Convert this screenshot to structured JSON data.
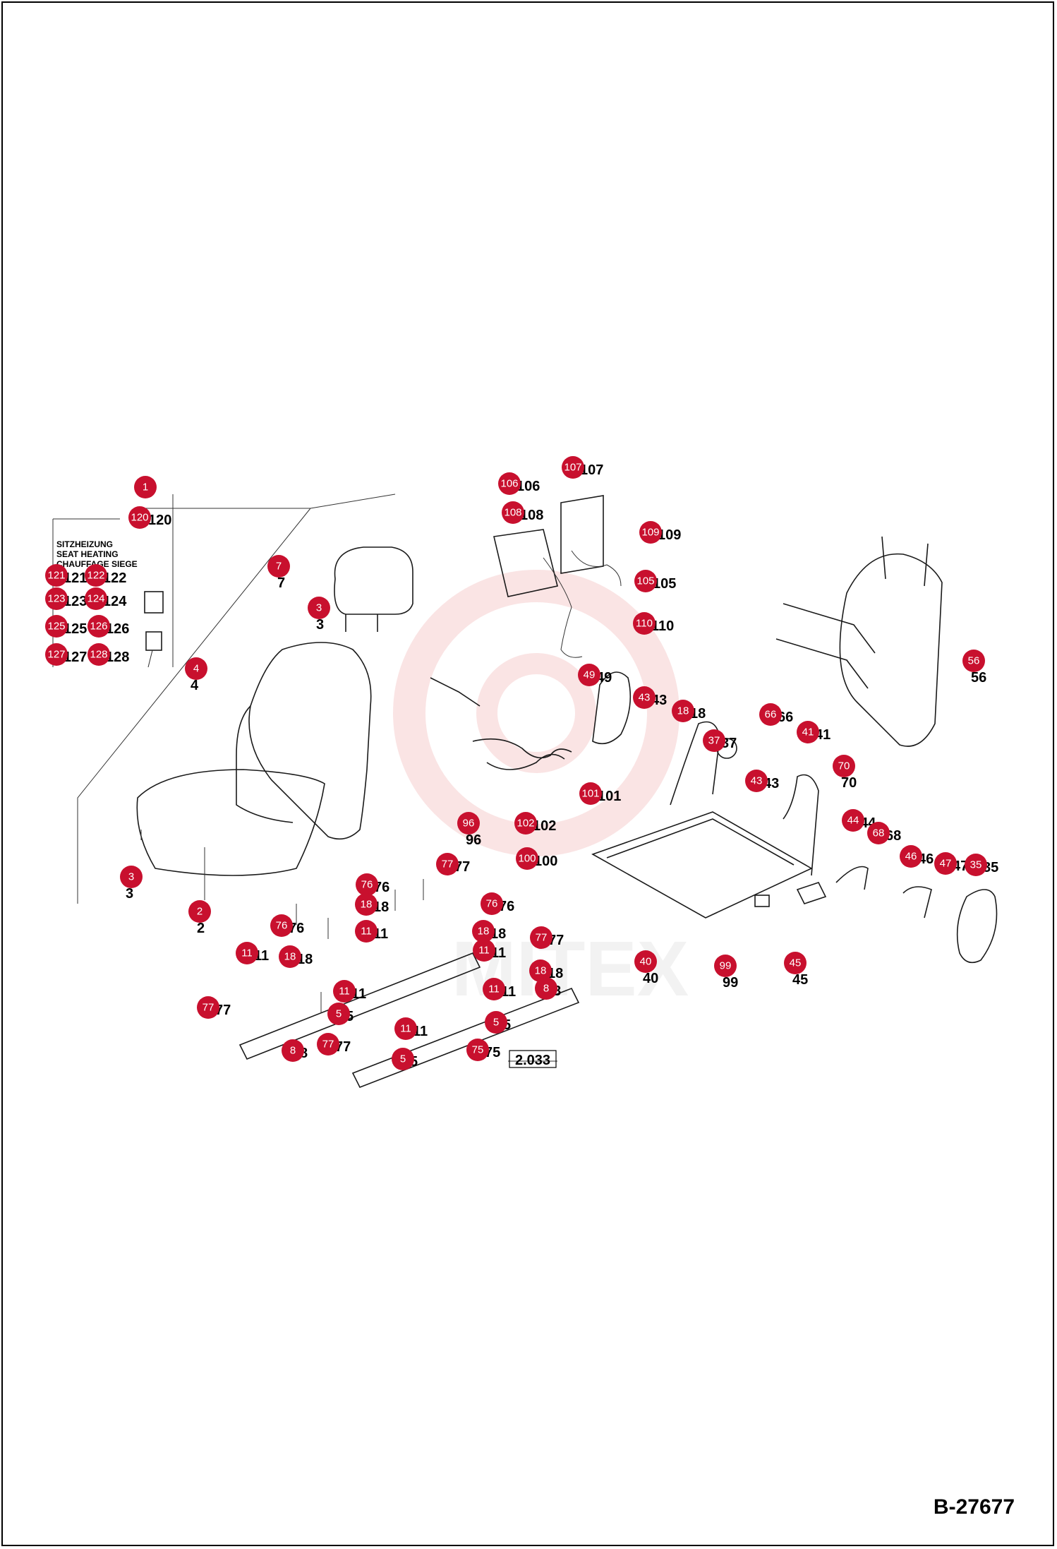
{
  "document_number": "B-27677",
  "reference_box": "2.033",
  "legend_text": [
    "SITZHEIZUNG",
    "SEAT HEATING",
    "CHAUFFAGE SIEGE"
  ],
  "watermark_text": "MITEX",
  "colors": {
    "badge": "#c8102e",
    "watermark": "#f2b3b3",
    "line": "#1a1a1a"
  },
  "callouts": [
    {
      "n": "1",
      "label": "1"
    },
    {
      "n": "120",
      "label": "120"
    },
    {
      "n": "121",
      "label": "121"
    },
    {
      "n": "122",
      "label": "122"
    },
    {
      "n": "123",
      "label": "123"
    },
    {
      "n": "124",
      "label": "124"
    },
    {
      "n": "125",
      "label": "125"
    },
    {
      "n": "126",
      "label": "126"
    },
    {
      "n": "127",
      "label": "127"
    },
    {
      "n": "128",
      "label": "128"
    },
    {
      "n": "7",
      "label": "7"
    },
    {
      "n": "3",
      "label": "3"
    },
    {
      "n": "4",
      "label": "4"
    },
    {
      "n": "3",
      "label": "3"
    },
    {
      "n": "2",
      "label": "2"
    },
    {
      "n": "106",
      "label": "106"
    },
    {
      "n": "107",
      "label": "107"
    },
    {
      "n": "108",
      "label": "108"
    },
    {
      "n": "109",
      "label": "109"
    },
    {
      "n": "105",
      "label": "105"
    },
    {
      "n": "110",
      "label": "110"
    },
    {
      "n": "49",
      "label": "49"
    },
    {
      "n": "43",
      "label": "43"
    },
    {
      "n": "18",
      "label": "18"
    },
    {
      "n": "37",
      "label": "37"
    },
    {
      "n": "56",
      "label": "56"
    },
    {
      "n": "66",
      "label": "66"
    },
    {
      "n": "41",
      "label": "41"
    },
    {
      "n": "70",
      "label": "70"
    },
    {
      "n": "43",
      "label": "43"
    },
    {
      "n": "96",
      "label": "96"
    },
    {
      "n": "101",
      "label": "101"
    },
    {
      "n": "102",
      "label": "102"
    },
    {
      "n": "100",
      "label": "100"
    },
    {
      "n": "44",
      "label": "44"
    },
    {
      "n": "68",
      "label": "68"
    },
    {
      "n": "46",
      "label": "46"
    },
    {
      "n": "47",
      "label": "47"
    },
    {
      "n": "35",
      "label": "35"
    },
    {
      "n": "40",
      "label": "40"
    },
    {
      "n": "99",
      "label": "99"
    },
    {
      "n": "45",
      "label": "45"
    },
    {
      "n": "77",
      "label": "77"
    },
    {
      "n": "76",
      "label": "76"
    },
    {
      "n": "18",
      "label": "18"
    },
    {
      "n": "11",
      "label": "11"
    },
    {
      "n": "76",
      "label": "76"
    },
    {
      "n": "18",
      "label": "18"
    },
    {
      "n": "11",
      "label": "11"
    },
    {
      "n": "77",
      "label": "77"
    },
    {
      "n": "76",
      "label": "76"
    },
    {
      "n": "11",
      "label": "11"
    },
    {
      "n": "18",
      "label": "18"
    },
    {
      "n": "18",
      "label": "18"
    },
    {
      "n": "8",
      "label": "8"
    },
    {
      "n": "11",
      "label": "11"
    },
    {
      "n": "5",
      "label": "5"
    },
    {
      "n": "11",
      "label": "11"
    },
    {
      "n": "5",
      "label": "5"
    },
    {
      "n": "77",
      "label": "77"
    },
    {
      "n": "8",
      "label": "8"
    },
    {
      "n": "77",
      "label": "77"
    },
    {
      "n": "11",
      "label": "11"
    },
    {
      "n": "5",
      "label": "5"
    },
    {
      "n": "75",
      "label": "75"
    }
  ]
}
